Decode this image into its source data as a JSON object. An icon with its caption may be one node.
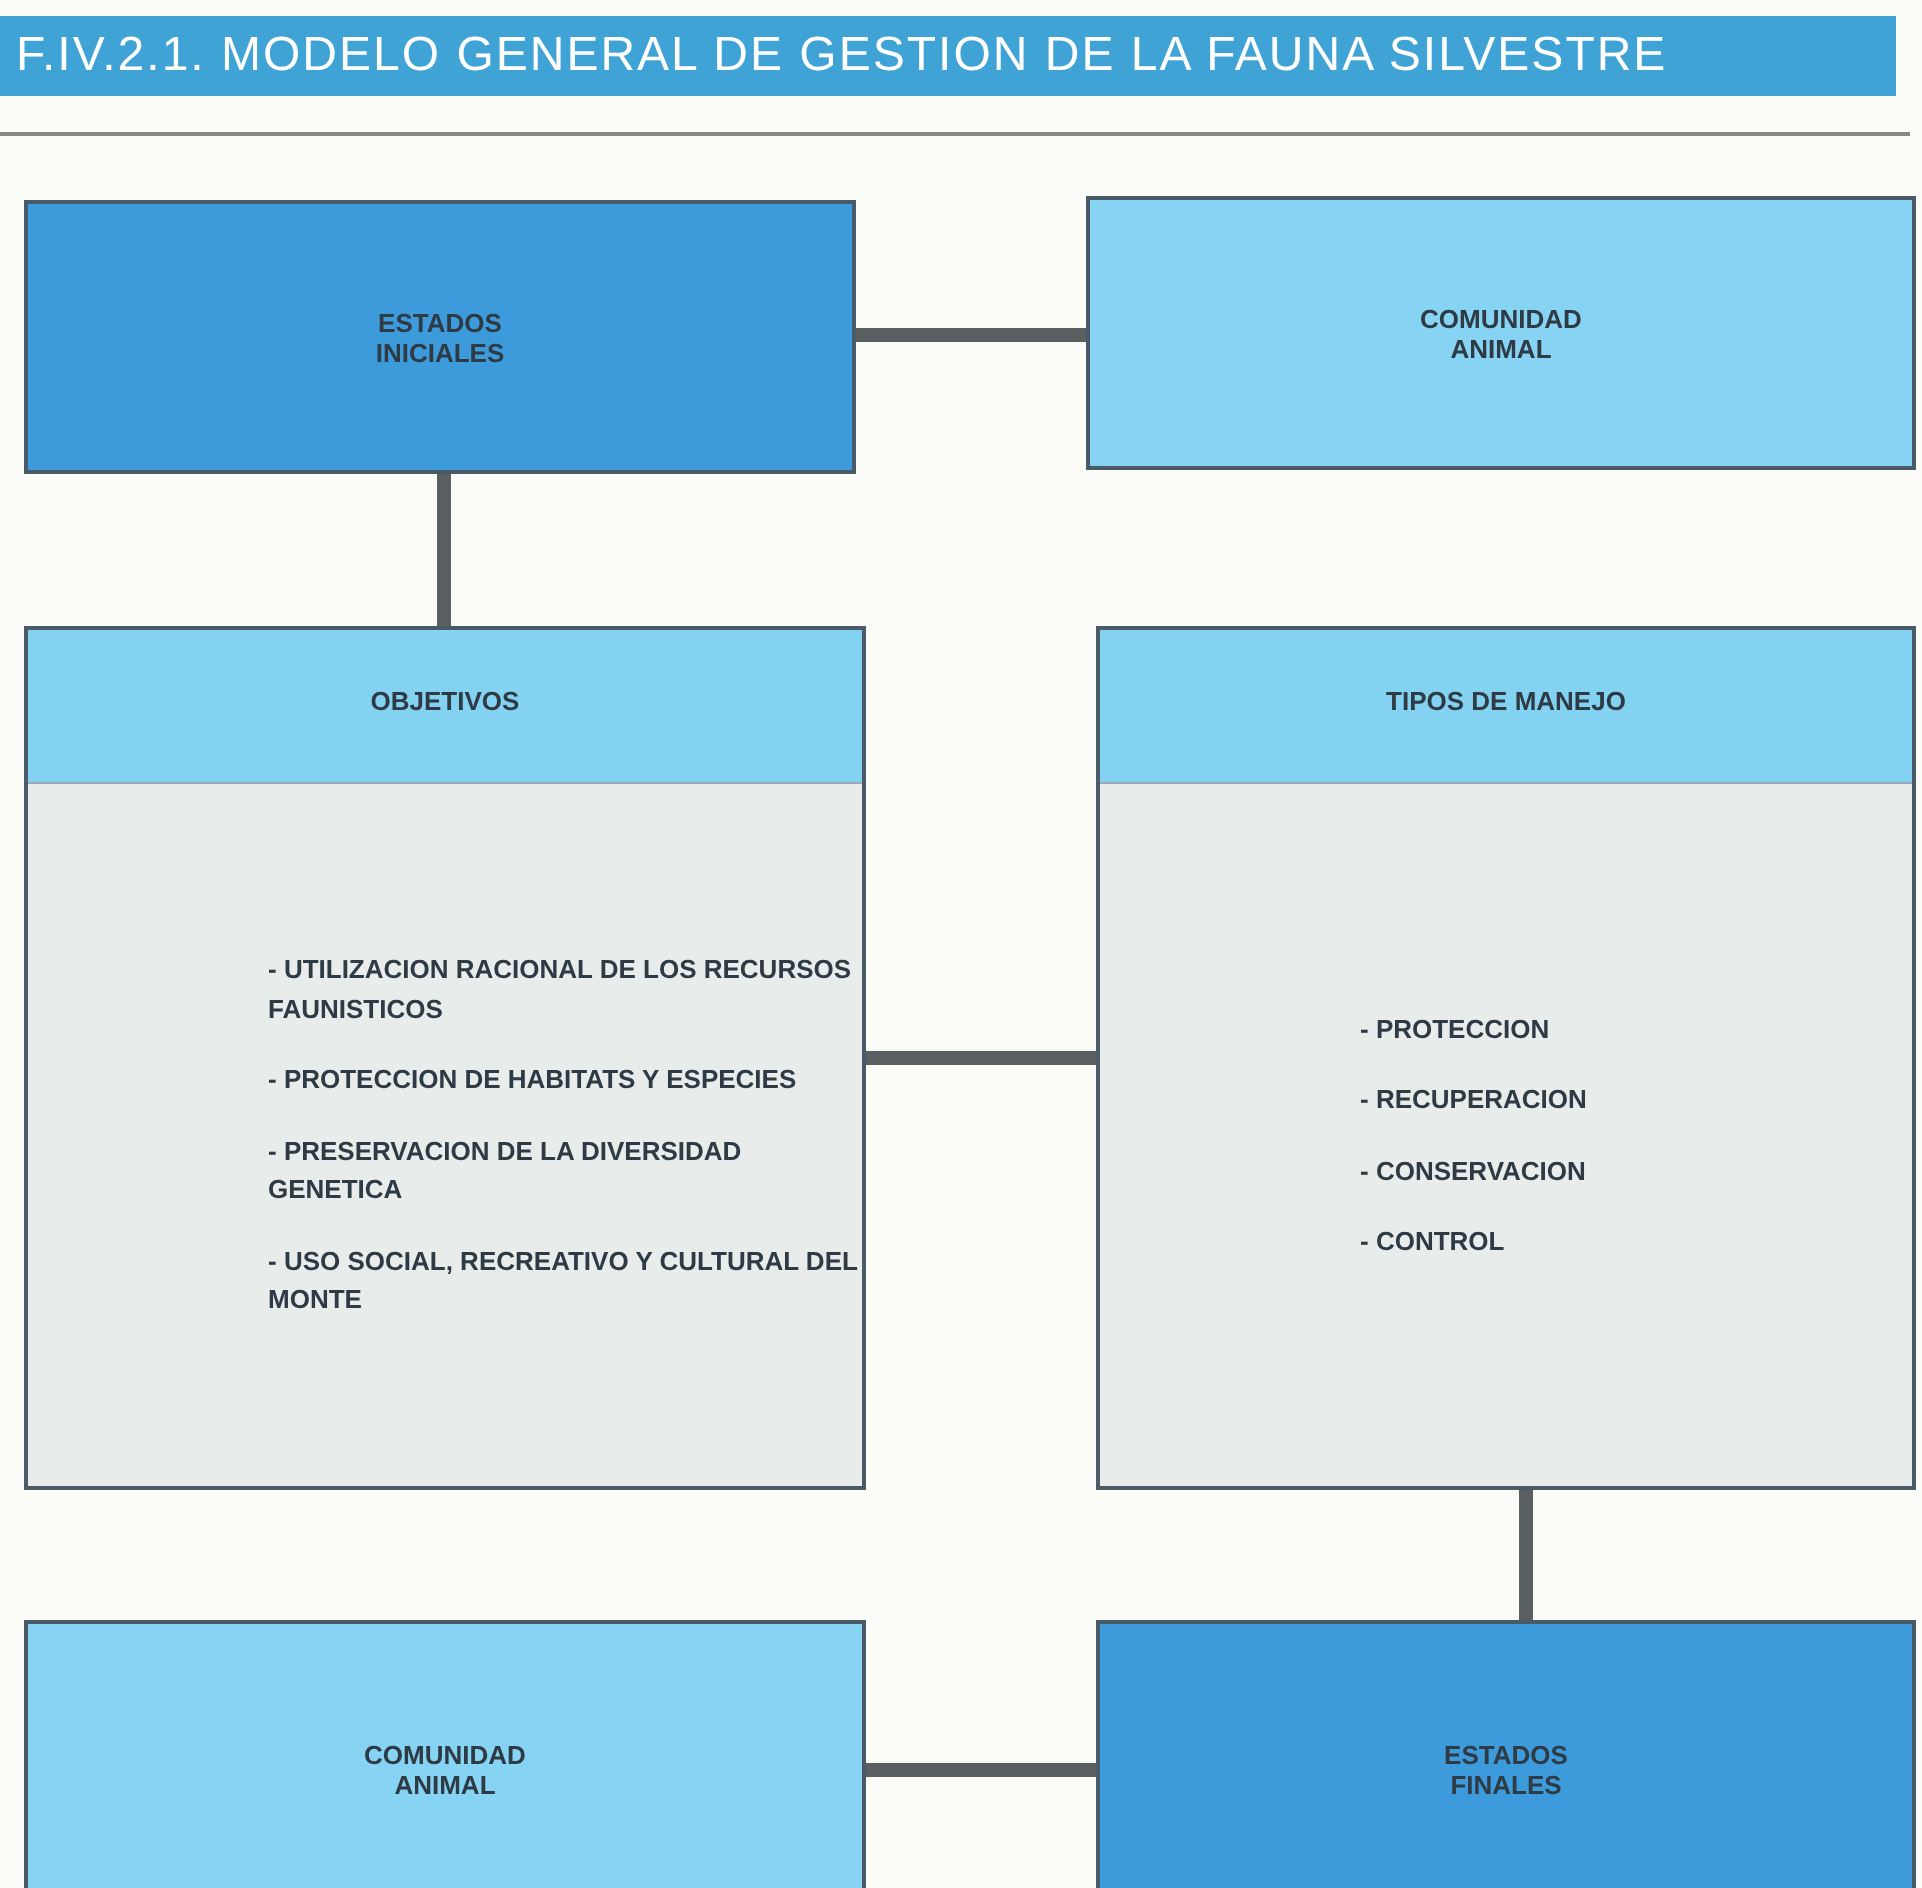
{
  "diagram": {
    "title": "F.IV.2.1. MODELO GENERAL DE GESTION DE LA FAUNA SILVESTRE",
    "nodes": [
      {
        "text": [
          "ESTADOS INICIALES"
        ]
      },
      {
        "text": [
          "COMUNIDAD ANIMAL"
        ]
      },
      {
        "text": [
          "OBJETIVOS",
          "- UTILIZACION RACIONAL DE LOS RECURSOS FAUNISTICOS",
          "- PROTECCION DE HABITATS Y ESPECIES",
          "- PRESERVACION DE LA DIVERSIDAD GENETICA",
          "- USO SOCIAL, RECREATIVO Y CULTURAL DEL MONTE"
        ]
      },
      {
        "text": [
          "TIPOS DE MANEJO",
          "- PROTECCION",
          "- RECUPERACION",
          "- CONSERVACION",
          "- CONTROL"
        ]
      },
      {
        "text": [
          "COMUNIDAD ANIMAL"
        ]
      },
      {
        "text": [
          "ESTADOS FINALES"
        ]
      }
    ],
    "edges": [
      {
        "from": 0,
        "to": 1,
        "arrow": "none"
      },
      {
        "from": 0,
        "to": 2,
        "arrow": "none"
      },
      {
        "from": 2,
        "to": 3,
        "arrow": "none"
      },
      {
        "from": 3,
        "to": 5,
        "arrow": "none"
      },
      {
        "from": 4,
        "to": 5,
        "arrow": "none"
      }
    ]
  }
}
